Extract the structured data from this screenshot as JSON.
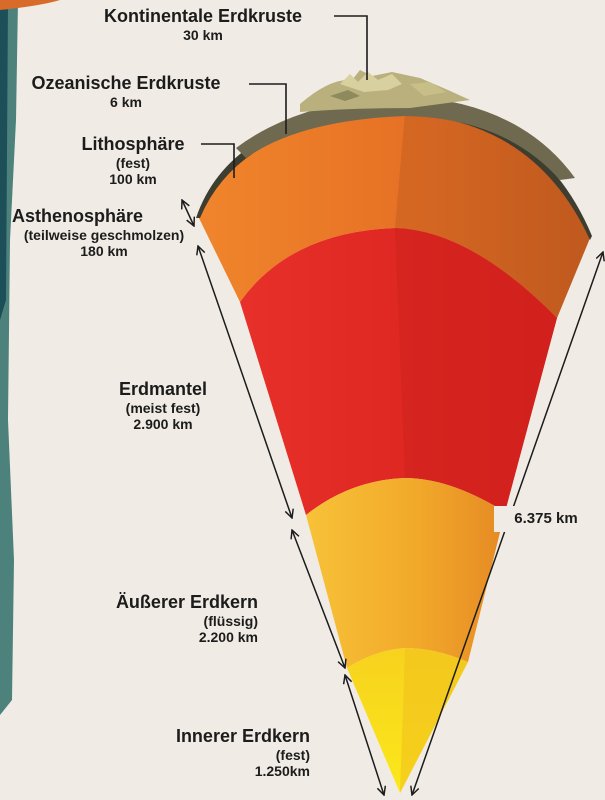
{
  "labels": {
    "continental_crust": {
      "title": "Kontinentale Erdkruste",
      "thickness": "30 km"
    },
    "oceanic_crust": {
      "title": "Ozeanische Erdkruste",
      "thickness": "6 km"
    },
    "lithosphere": {
      "title": "Lithosphäre",
      "state": "(fest)",
      "thickness": "100 km"
    },
    "asthenosphere": {
      "title": "Asthenosphäre",
      "state": "(teilweise geschmolzen)",
      "thickness": "180 km"
    },
    "mantle": {
      "title": "Erdmantel",
      "state": "(meist fest)",
      "thickness": "2.900 km"
    },
    "outer_core": {
      "title": "Äußerer Erdkern",
      "state": "(flüssig)",
      "thickness": "2.200 km"
    },
    "inner_core": {
      "title": "Innerer Erdkern",
      "state": "(fest)",
      "thickness": "1.250km"
    },
    "radius": {
      "value": "6.375 km"
    }
  },
  "layer_colors": {
    "crust": "#6f6a4f",
    "lithosphere_asthenosphere": "#e8772a",
    "mantle": "#e02a22",
    "outer_core": "#f3b52e",
    "inner_core": "#f7e21a",
    "background": "#f0ece5"
  }
}
